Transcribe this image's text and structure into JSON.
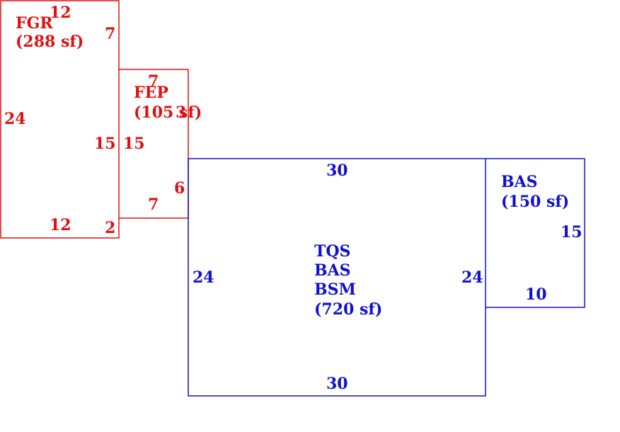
{
  "colors": {
    "red": "#e01010",
    "blue": "#1010d0"
  },
  "areas": {
    "fgr": {
      "code": "FGR",
      "sf": "(288 sf)",
      "dims": {
        "top": "12",
        "left": "24",
        "right_top": "7",
        "right_mid": "15",
        "bottom": "12",
        "bottom_right": "2"
      }
    },
    "fep": {
      "code": "FEP",
      "sf": "(105 sf)",
      "dims": {
        "top": "7",
        "top_right": "3",
        "left": "15",
        "right": "6",
        "bottom": "7"
      }
    },
    "main": {
      "line1": "TQS",
      "line2": "BAS",
      "line3": "BSM",
      "sf": "(720 sf)",
      "dims": {
        "top": "30",
        "bottom": "30",
        "left": "24",
        "right": "24"
      }
    },
    "bas": {
      "code": "BAS",
      "sf": "(150 sf)",
      "dims": {
        "right": "15",
        "bottom": "10"
      }
    }
  }
}
